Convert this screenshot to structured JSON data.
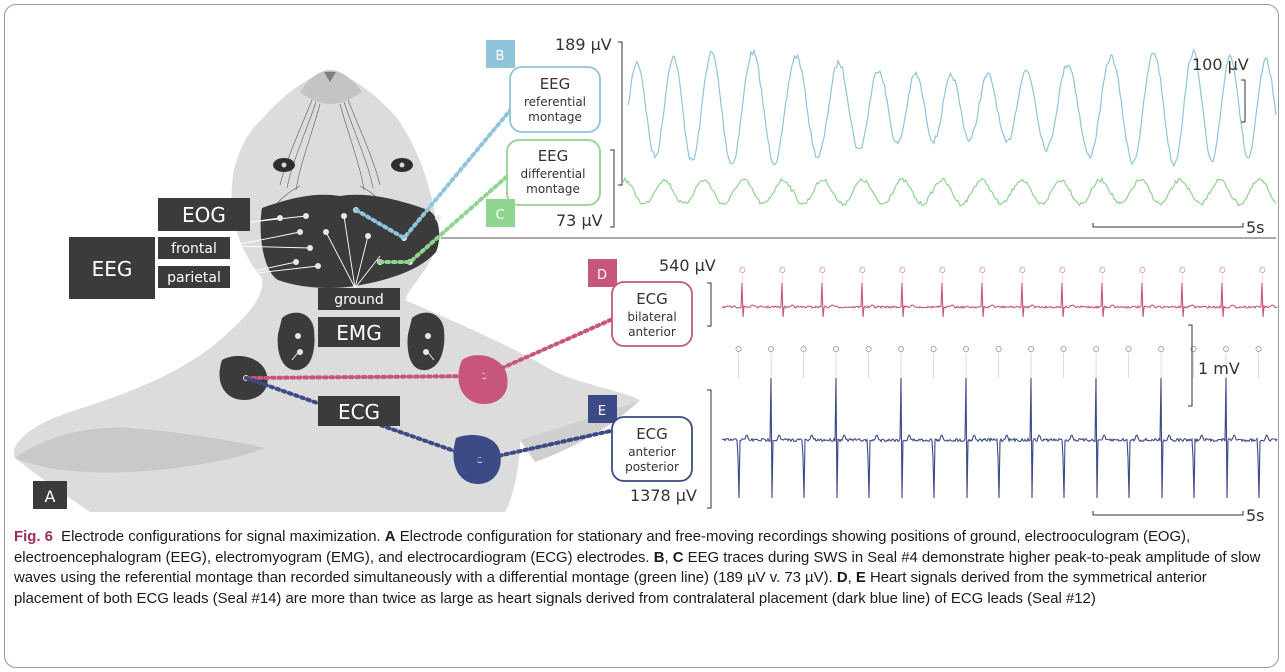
{
  "panel_a": {
    "label": "A",
    "eog": "EOG",
    "eeg": "EEG",
    "frontal": "frontal",
    "parietal": "parietal",
    "ground": "ground",
    "emg": "EMG",
    "ecg": "ECG"
  },
  "callouts": {
    "b": {
      "letter": "B",
      "title": "EEG",
      "line1": "referential",
      "line2": "montage",
      "color": "#8fc4dc"
    },
    "c": {
      "letter": "C",
      "title": "EEG",
      "line1": "differential",
      "line2": "montage",
      "color": "#8fd48f"
    },
    "d": {
      "letter": "D",
      "title": "ECG",
      "line1": "bilateral",
      "line2": "anterior",
      "color": "#c8557a"
    },
    "e": {
      "letter": "E",
      "title": "ECG",
      "line1": "anterior",
      "line2": "posterior",
      "color": "#3c4a86"
    }
  },
  "eeg_panel": {
    "amp_referential": "189 µV",
    "amp_differential": "73 µV",
    "scale_amp": "100 µV",
    "scale_time": "5s"
  },
  "ecg_panel": {
    "amp_bilateral": "540 µV",
    "amp_posterior": "1378 µV",
    "scale_amp": "1 mV",
    "scale_time": "5s"
  },
  "caption": {
    "fig": "Fig. 6",
    "title": "Electrode configurations for signal maximization.",
    "a_label": "A",
    "a_text": "Electrode configuration for stationary and free-moving recordings showing positions of ground, electrooculogram (EOG), electroencephalogram (EEG), electromyogram (EMG), and electrocardiogram (ECG) electrodes.",
    "bc_label_b": "B",
    "bc_sep": ", ",
    "bc_label_c": "C",
    "bc_text": "EEG traces during SWS in Seal #4 demonstrate higher peak-to-peak amplitude of slow waves using the referential montage than recorded simultaneously with a differential montage (green line) (189 µV v. 73 µV).",
    "de_label_d": "D",
    "de_sep": ", ",
    "de_label_e": "E",
    "de_text": "Heart signals derived from the symmetrical anterior placement of both ECG leads (Seal #14) are more than twice as large as heart signals derived from contralateral placement (dark blue line) of ECG leads (Seal #12)"
  }
}
